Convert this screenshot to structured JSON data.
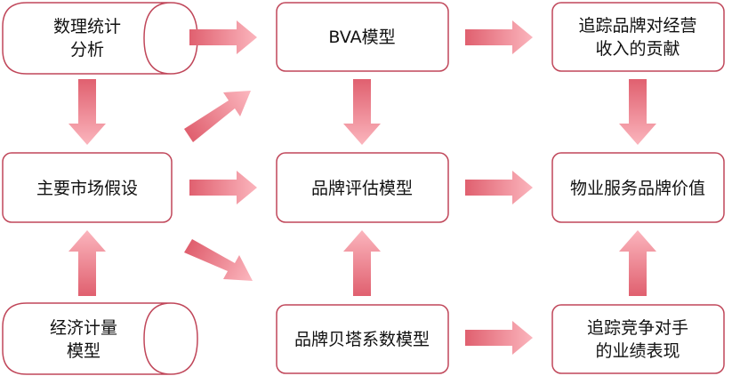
{
  "colors": {
    "box_border": "#c0475a",
    "box_fill": "#ffffff",
    "arrow_dark": "#e0606f",
    "arrow_light": "#fbb5bd",
    "text": "#111111"
  },
  "nodes": {
    "stat_analysis": {
      "lines": [
        "数理统计",
        "分析"
      ]
    },
    "bva_model": {
      "lines": [
        "BVA模型"
      ]
    },
    "brand_contribution": {
      "lines": [
        "追踪品牌对经营",
        "收入的贡献"
      ]
    },
    "market_assumptions": {
      "lines": [
        "主要市场假设"
      ]
    },
    "brand_valuation_model": {
      "lines": [
        "品牌评估模型"
      ]
    },
    "brand_value": {
      "lines": [
        "物业服务品牌价值"
      ]
    },
    "econometric_model": {
      "lines": [
        "经济计量",
        "模型"
      ]
    },
    "brand_beta_model": {
      "lines": [
        "品牌贝塔系数模型"
      ]
    },
    "competitor_performance": {
      "lines": [
        "追踪竞争对手",
        "的业绩表现"
      ]
    }
  }
}
